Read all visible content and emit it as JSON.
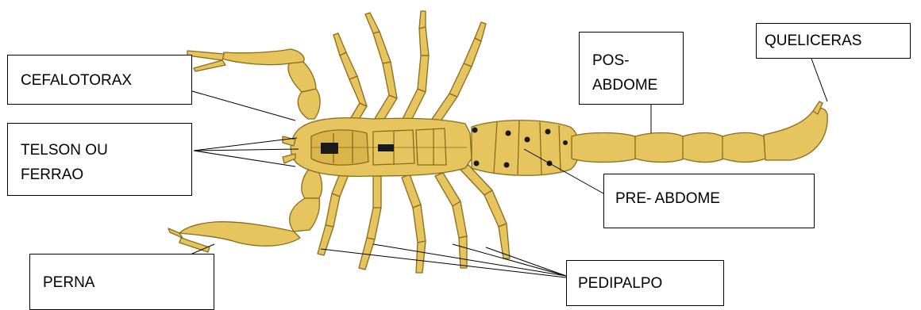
{
  "labels": {
    "cefalotorax": [
      "CEFALOTORAX"
    ],
    "telson": [
      "TELSON OU",
      "FERRAO"
    ],
    "perna": [
      "PERNA"
    ],
    "pos_abdome": [
      "POS-",
      "ABDOME"
    ],
    "queliceras": [
      "QUELICERAS"
    ],
    "pre_abdome": [
      "PRE- ABDOME"
    ],
    "pedipalpo": [
      "PEDIPALPO"
    ]
  },
  "colors": {
    "body": "#e6c55e",
    "outline": "#8a6a1c",
    "shade": "#c9a43c",
    "spot": "#1a1a1a",
    "line": "#000000"
  }
}
